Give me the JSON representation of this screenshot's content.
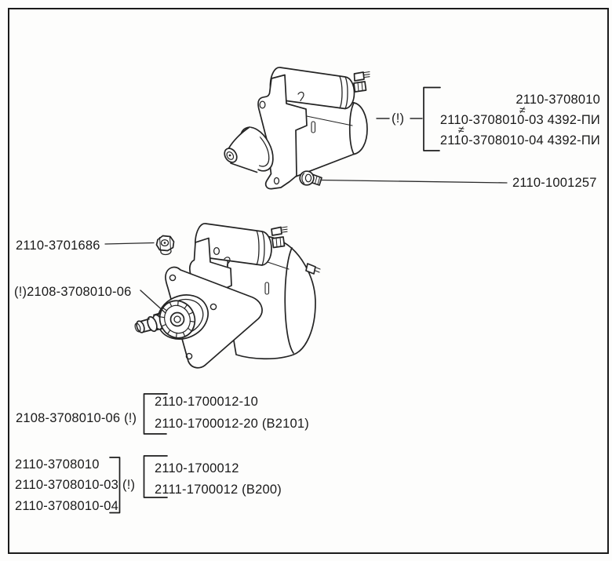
{
  "page": {
    "background": "#fdfdfc",
    "line_color": "#242424",
    "border_color": "#1b1b1b"
  },
  "upper_group": {
    "callout": "(!)",
    "neq": "≠",
    "line1": "2110-3708010",
    "line2": "2110-3708010-03 4392-ПИ",
    "line3": "2110-3708010-04 4392-ПИ"
  },
  "part_labels": {
    "bolt": "2110-1001257",
    "nut": "2110-3701686",
    "lower_starter": "(!)2108-3708010-06"
  },
  "footnote_a": {
    "left": "2108-3708010-06 (!)",
    "line1": "2110-1700012-10",
    "line2": "2110-1700012-20 (В2101)"
  },
  "footnote_b": {
    "left1": "2110-3708010",
    "left2": "2110-3708010-03",
    "left3": "2110-3708010-04",
    "callout": "(!)",
    "line1": "2110-1700012",
    "line2": "2111-1700012 (В200)"
  },
  "figures": {
    "upper_starter": "starter-motor-assembly",
    "lower_starter": "starter-motor-with-pinion-gear",
    "bolt": "mounting-bolt",
    "nut": "hex-flange-nut"
  }
}
